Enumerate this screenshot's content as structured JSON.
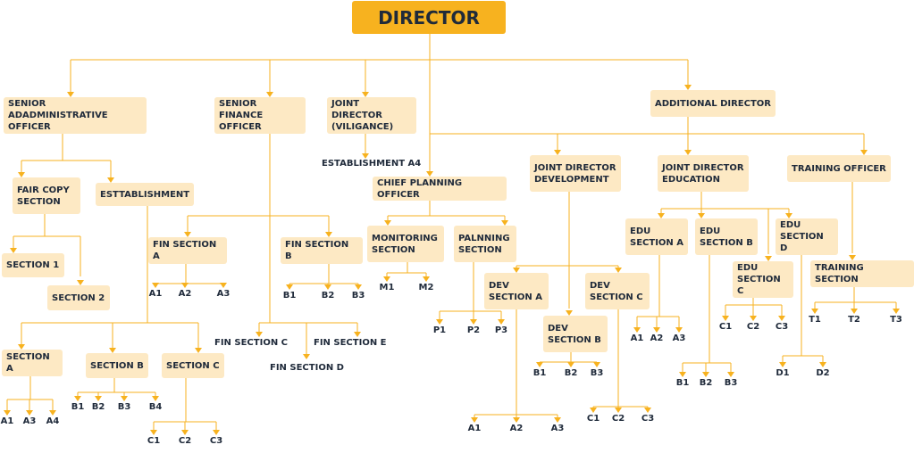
{
  "colors": {
    "accent": "#f7b21f",
    "box_fill": "#fde9c4",
    "text": "#1f2a3a"
  },
  "director": "DIRECTOR",
  "boxes": {
    "senior_admin": "SENIOR ADADMINISTRATIVE OFFICER",
    "senior_finance": "SENIOR FINANCE OFFICER",
    "jd_vigilance": "JOINT DIRECTOR (VILIGANCE)",
    "additional_director": "ADDITIONAL DIRECTOR",
    "fair_copy": "FAIR COPY SECTION",
    "esttablishment": "ESTTABLISHMENT",
    "section_1": "SECTION 1",
    "section_2": "SECTION 2",
    "section_a": "SECTION A",
    "section_b": "SECTION B",
    "section_c": "SECTION C",
    "fin_section_a": "FIN SECTION A",
    "fin_section_b": "FIN SECTION  B",
    "chief_planning": "CHIEF PLANNING OFFICER",
    "monitoring": "MONITORING SECTION",
    "palnning": "PALNNING SECTION",
    "jd_development": "JOINT DIRECTOR DEVELOPMENT",
    "dev_a": "DEV SECTION A",
    "dev_b": "DEV SECTION B",
    "dev_c": "DEV SECTION C",
    "jd_education": "JOINT DIRECTOR EDUCATION",
    "edu_a": "EDU SECTION A",
    "edu_b": "EDU SECTION B",
    "edu_c": "EDU SECTION C",
    "edu_d": "EDU SECTION D",
    "training_officer": "TRAINING OFFICER",
    "training_section": "TRAINING SECTION"
  },
  "labels": {
    "establishment_a4": "ESTABLISHMENT A4",
    "fin_section_c": "FIN SECTION C",
    "fin_section_d": "FIN SECTION D",
    "fin_section_e": "FIN SECTION E"
  },
  "leaves": {
    "secA": [
      "A1",
      "A3",
      "A4"
    ],
    "secB": [
      "B1",
      "B2",
      "B3",
      "B4"
    ],
    "secC": [
      "C1",
      "C2",
      "C3"
    ],
    "finA": [
      "A1",
      "A2",
      "A3"
    ],
    "finB": [
      "B1",
      "B2",
      "B3"
    ],
    "mon": [
      "M1",
      "M2"
    ],
    "pal": [
      "P1",
      "P2",
      "P3"
    ],
    "devA": [
      "A1",
      "A2",
      "A3"
    ],
    "devB": [
      "B1",
      "B2",
      "B3"
    ],
    "devC": [
      "C1",
      "C2",
      "C3"
    ],
    "eduA": [
      "A1",
      "A2",
      "A3"
    ],
    "eduB": [
      "B1",
      "B2",
      "B3"
    ],
    "eduC": [
      "C1",
      "C2",
      "C3"
    ],
    "eduD": [
      "D1",
      "D2"
    ],
    "train": [
      "T1",
      "T2",
      "T3"
    ]
  }
}
